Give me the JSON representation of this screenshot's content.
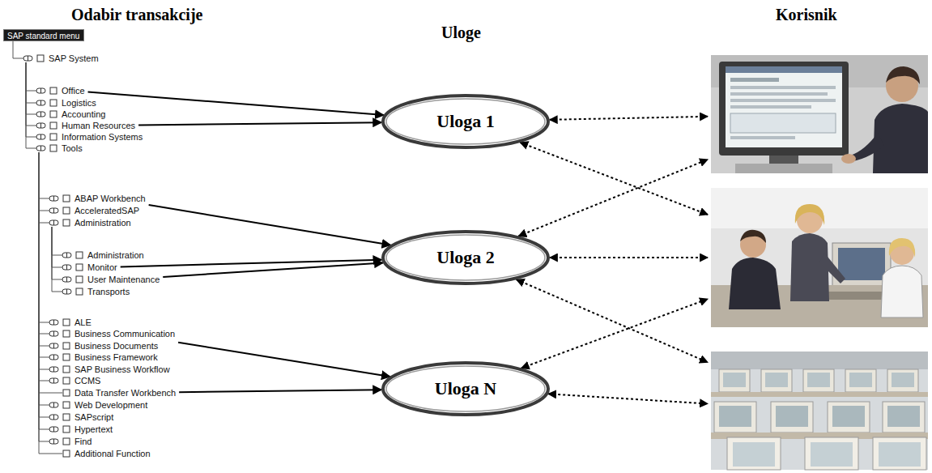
{
  "diagram": {
    "nodes": [
      {
        "text": [
          "SAP standard menu"
        ]
      },
      {
        "text": [
          "SAP System"
        ]
      },
      {
        "text": [
          "Office"
        ]
      },
      {
        "text": [
          "Logistics"
        ]
      },
      {
        "text": [
          "Accounting"
        ]
      },
      {
        "text": [
          "Human Resources"
        ]
      },
      {
        "text": [
          "Information Systems"
        ]
      },
      {
        "text": [
          "Tools"
        ]
      },
      {
        "text": [
          "ABAP Workbench"
        ]
      },
      {
        "text": [
          "AcceleratedSAP"
        ]
      },
      {
        "text": [
          "Administration"
        ]
      },
      {
        "text": [
          "Administration"
        ]
      },
      {
        "text": [
          "Monitor"
        ]
      },
      {
        "text": [
          "User Maintenance"
        ]
      },
      {
        "text": [
          "Transports"
        ]
      },
      {
        "text": [
          "ALE"
        ]
      },
      {
        "text": [
          "Business Communication"
        ]
      },
      {
        "text": [
          "Business Documents"
        ]
      },
      {
        "text": [
          "Business Framework"
        ]
      },
      {
        "text": [
          "SAP Business Workflow"
        ]
      },
      {
        "text": [
          "CCMS"
        ]
      },
      {
        "text": [
          "Data Transfer Workbench"
        ]
      },
      {
        "text": [
          "Web Development"
        ]
      },
      {
        "text": [
          "SAPscript"
        ]
      },
      {
        "text": [
          "Hypertext"
        ]
      },
      {
        "text": [
          "Find"
        ]
      },
      {
        "text": [
          "Additional Function"
        ]
      },
      {
        "text": [
          "Uloga 1"
        ]
      },
      {
        "text": [
          "Uloga 2"
        ]
      },
      {
        "text": [
          "Uloga N"
        ]
      },
      {
        "text": []
      },
      {
        "text": []
      },
      {
        "text": []
      }
    ],
    "edges": [
      {
        "from": 2,
        "to": 27,
        "arrow": "to"
      },
      {
        "from": 5,
        "to": 27,
        "arrow": "to"
      },
      {
        "from": 8,
        "to": 28,
        "arrow": "to"
      },
      {
        "from": 12,
        "to": 28,
        "arrow": "to"
      },
      {
        "from": 13,
        "to": 28,
        "arrow": "to"
      },
      {
        "from": 16,
        "to": 29,
        "arrow": "to"
      },
      {
        "from": 21,
        "to": 29,
        "arrow": "to"
      },
      {
        "from": 27,
        "to": 30,
        "arrow": "both"
      },
      {
        "from": 27,
        "to": 31,
        "arrow": "both"
      },
      {
        "from": 28,
        "to": 30,
        "arrow": "both"
      },
      {
        "from": 28,
        "to": 31,
        "arrow": "both"
      },
      {
        "from": 28,
        "to": 32,
        "arrow": "both"
      },
      {
        "from": 29,
        "to": 31,
        "arrow": "both"
      },
      {
        "from": 29,
        "to": 32,
        "arrow": "both"
      }
    ],
    "labels": [
      "Odabir transakcije",
      "Uloge",
      "Korisnik"
    ]
  }
}
